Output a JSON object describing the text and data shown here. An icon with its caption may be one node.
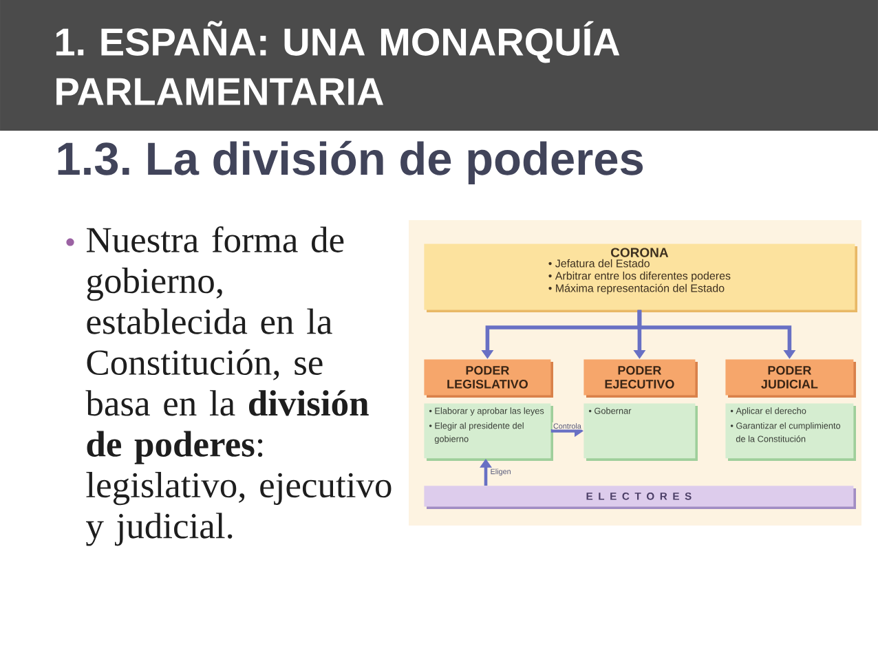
{
  "diagram": {
    "title": "1. ESPAÑA: UNA MONARQUÍA PARLAMENTARIA",
    "nodes": [
      {
        "text": [
          "CORONA",
          "• Jefatura del Estado",
          "• Arbitrar entre los diferentes poderes",
          "• Máxima representación del Estado"
        ]
      },
      {
        "text": [
          "PODER LEGISLATIVO"
        ]
      },
      {
        "text": [
          "PODER EJECUTIVO"
        ]
      },
      {
        "text": [
          "PODER JUDICIAL"
        ]
      },
      {
        "text": [
          "• Elaborar y aprobar las leyes",
          "• Elegir al presidente del gobierno"
        ]
      },
      {
        "text": [
          "• Gobernar"
        ]
      },
      {
        "text": [
          "• Aplicar el derecho",
          "• Garantizar el cumplimiento de la Constitución"
        ]
      },
      {
        "text": [
          "E L E C T O R E S"
        ]
      }
    ],
    "edges": [
      {
        "from": 0,
        "to": 1,
        "arrow": "to"
      },
      {
        "from": 0,
        "to": 2,
        "arrow": "to"
      },
      {
        "from": 0,
        "to": 3,
        "arrow": "to"
      },
      {
        "from": 4,
        "to": 5,
        "arrow": "to",
        "label": "Controla"
      },
      {
        "from": 7,
        "to": 4,
        "arrow": "to",
        "label": "Eligen"
      }
    ],
    "labels": [
      "1.3. La división de poderes",
      "Nuestra forma de gobierno, establecida en la Constitución, se basa en la **división de poderes**: legislativo, ejecutivo y judicial."
    ]
  }
}
